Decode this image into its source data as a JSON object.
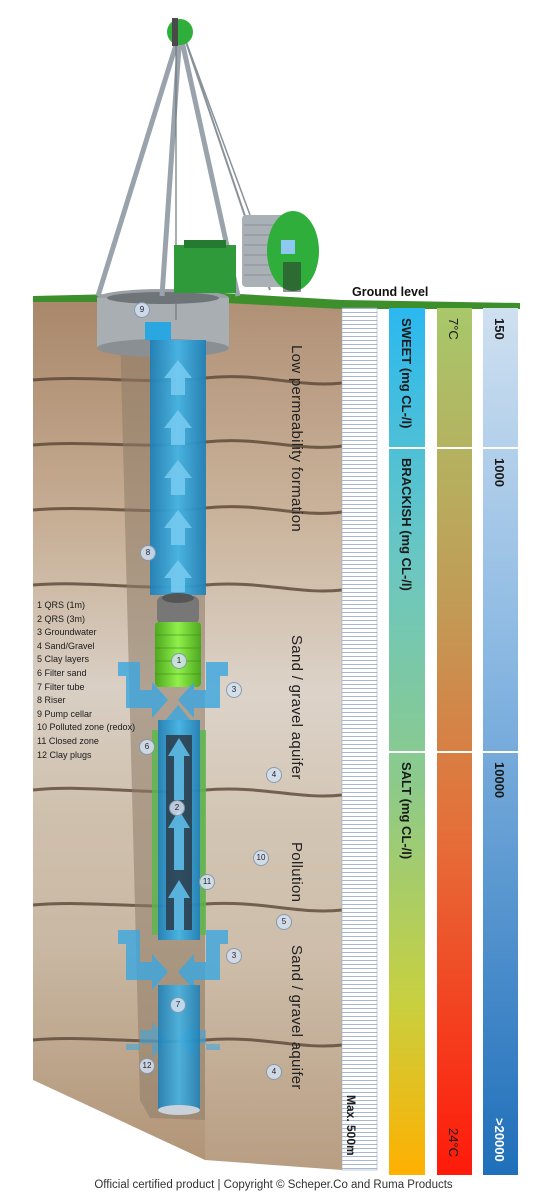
{
  "ground_level": "Ground level",
  "zones": {
    "low_permeability": "Low permeability formation",
    "aquifer_upper": "Sand / gravel aquifer",
    "pollution": "Pollution",
    "aquifer_lower": "Sand / gravel aquifer"
  },
  "depth_label": "Max. 500m",
  "salinity": {
    "sweet": "SWEET (mg CL-/l)",
    "brackish": "BRACKISH (mg CL-/l)",
    "salt": "SALT (mg CL-/l)"
  },
  "temperature": {
    "top": "7°C",
    "bottom": "24°C"
  },
  "chloride_scale": [
    "150",
    "1000",
    "10000",
    ">20000"
  ],
  "legend": [
    "1  QRS (1m)",
    "2  QRS (3m)",
    "3  Groundwater",
    "4  Sand/Gravel",
    "5  Clay layers",
    "6  Filter sand",
    "7  Filter tube",
    "8  Riser",
    "9  Pump cellar",
    "10 Polluted zone (redox)",
    "11 Closed zone",
    "12 Clay plugs"
  ],
  "markers": [
    "1",
    "2",
    "3",
    "3",
    "4",
    "4",
    "5",
    "6",
    "7",
    "8",
    "9",
    "10",
    "11",
    "12"
  ],
  "footer": "Official certified product | Copyright © Scheper.Co and Ruma Products",
  "colors": {
    "grass": "#3d8f2b",
    "water": "#2f9fd8",
    "qrs_green": "#7fe03a",
    "winch_green": "#2fae3c",
    "temp_cold": "#a8c86a",
    "temp_hot": "#ff1a0a",
    "chloride_light": "#cfe0f0",
    "chloride_dark": "#1f6fba"
  }
}
